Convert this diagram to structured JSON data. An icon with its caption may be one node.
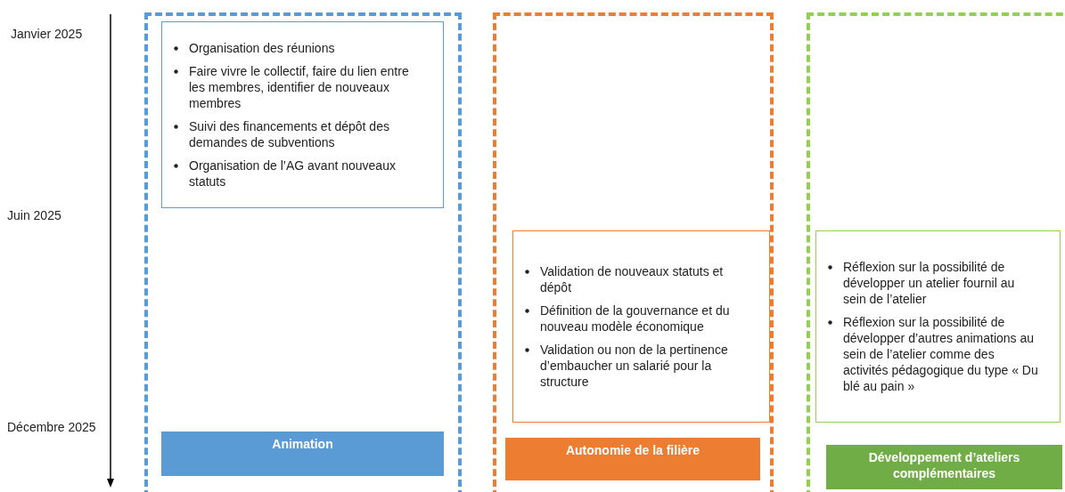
{
  "diagram": {
    "nodes": [
      {
        "text": [],
        "shape": "box"
      },
      {
        "text": [
          "Organisation des réunions",
          "Faire vivre le collectif, faire du lien entre les membres, identifier de nouveaux membres",
          "Suivi des financements et dépôt des demandes de subventions",
          "Organisation de l’AG avant nouveaux statuts"
        ],
        "in": 0
      },
      {
        "text": [
          "Animation"
        ],
        "in": 0
      },
      {
        "text": [],
        "shape": "box"
      },
      {
        "text": [
          "Validation de nouveaux statuts et dépôt",
          "Définition de la gouvernance et du nouveau modèle économique",
          "Validation ou non de la pertinence d’embaucher un salarié pour la structure"
        ],
        "in": 3
      },
      {
        "text": [
          "Autonomie de la filière"
        ],
        "in": 3
      },
      {
        "text": [],
        "shape": "box"
      },
      {
        "text": [
          "Réflexion sur la possibilité de développer un atelier fournil au sein de l’atelier",
          "Réflexion sur la possibilité de développer d’autres animations au sein de l’atelier comme des activités pédagogique du type « Du blé au pain »"
        ],
        "in": 6
      },
      {
        "text": [
          "Développement d’ateliers complémentaires"
        ],
        "in": 6
      }
    ],
    "edges": [],
    "labels": [
      "Janvier 2025",
      "Juin 2025",
      "Décembre 2025"
    ]
  }
}
